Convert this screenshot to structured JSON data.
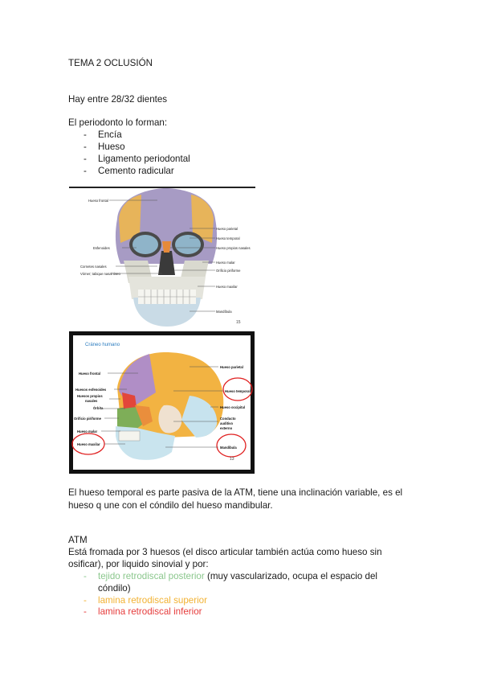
{
  "title": "TEMA 2 OCLUSIÓN",
  "teeth_line": "Hay entre 28/32 dientes",
  "periodonto": {
    "intro": "El periodonto lo forman:",
    "items": [
      "Encía",
      "Hueso",
      "Ligamento periodontal",
      "Cemento radicular"
    ]
  },
  "figure_front": {
    "labels": {
      "frontal": "Hueso frontal",
      "parietal": "Hueso parietal",
      "temporal": "Hueso temporal",
      "esfenoides": "Esfenoides",
      "nasales": "Hueso propios nasales",
      "cornetes": "Cornetes nasales",
      "vomer": "Vómer; tabique nasal óseo",
      "malar": "Hueso malar",
      "piriforme": "Orificio piriforme",
      "maxilar": "Hueso maxilar",
      "mandibula": "Mandíbula"
    },
    "page_number": "15"
  },
  "figure_lateral": {
    "heading": "Cráneo humano",
    "labels": {
      "frontal": "Hueso frontal",
      "parietal": "Hueso parietal",
      "esfenoides": "Huesos esfenoides",
      "nasales_1": "Huesos propios",
      "nasales_2": "nasales",
      "orbita": "Órbita",
      "temporal": "Hueso temporal",
      "occipital": "Hueso occipital",
      "piriforme": "Orificio piriforme",
      "conducto_1": "Conducto",
      "conducto_2": "auditivo",
      "conducto_3": "externo",
      "malar": "Hueso malar",
      "maxilar": "Hueso maxilar",
      "mandibula": "Mandíbula"
    },
    "page_number": "13"
  },
  "temporal_paragraph": {
    "line1": "El hueso temporal es parte pasiva de la ATM, tiene una inclinación variable, es el",
    "line2": "hueso q une con el cóndilo del hueso mandibular."
  },
  "atm": {
    "heading": "ATM",
    "line1": "Está fromada por 3 huesos (el disco articular también actúa como hueso sin",
    "line2": "osificar), por liquido sinovial y por:",
    "items": [
      {
        "colored": "tejido retrodiscal posterior",
        "rest": " (muy vascularizado, ocupa el espacio del",
        "cont": "cóndilo)",
        "color": "#8bc78d"
      },
      {
        "colored": "lamina retrodiscal superior",
        "rest": "",
        "cont": "",
        "color": "#f2b233"
      },
      {
        "colored": "lamina retrodiscal inferior",
        "rest": "",
        "cont": "",
        "color": "#e63c3c"
      }
    ]
  }
}
